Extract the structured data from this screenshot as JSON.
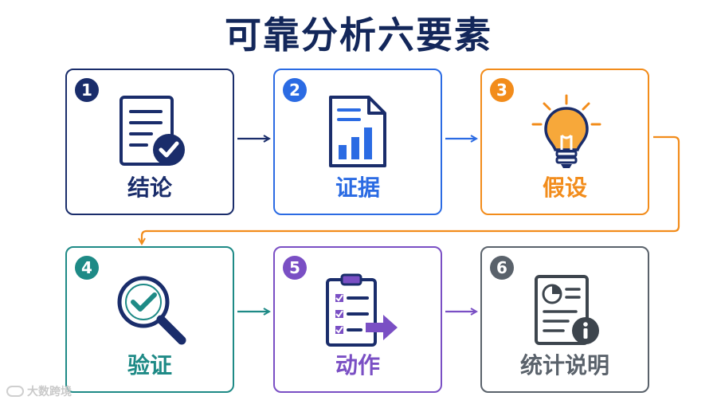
{
  "title": "可靠分析六要素",
  "steps": [
    {
      "number": "1",
      "label": "结论",
      "icon": "document-check-icon",
      "color": "#1a2d6b"
    },
    {
      "number": "2",
      "label": "证据",
      "icon": "document-bar-chart-icon",
      "color": "#2b6be3"
    },
    {
      "number": "3",
      "label": "假设",
      "icon": "lightbulb-icon",
      "color": "#f28c1b"
    },
    {
      "number": "4",
      "label": "验证",
      "icon": "magnifier-check-icon",
      "color": "#1e8a86"
    },
    {
      "number": "5",
      "label": "动作",
      "icon": "clipboard-arrow-icon",
      "color": "#7a4fc4"
    },
    {
      "number": "6",
      "label": "统计说明",
      "icon": "report-info-icon",
      "color": "#5a626b"
    }
  ],
  "watermark": "大数跨境"
}
